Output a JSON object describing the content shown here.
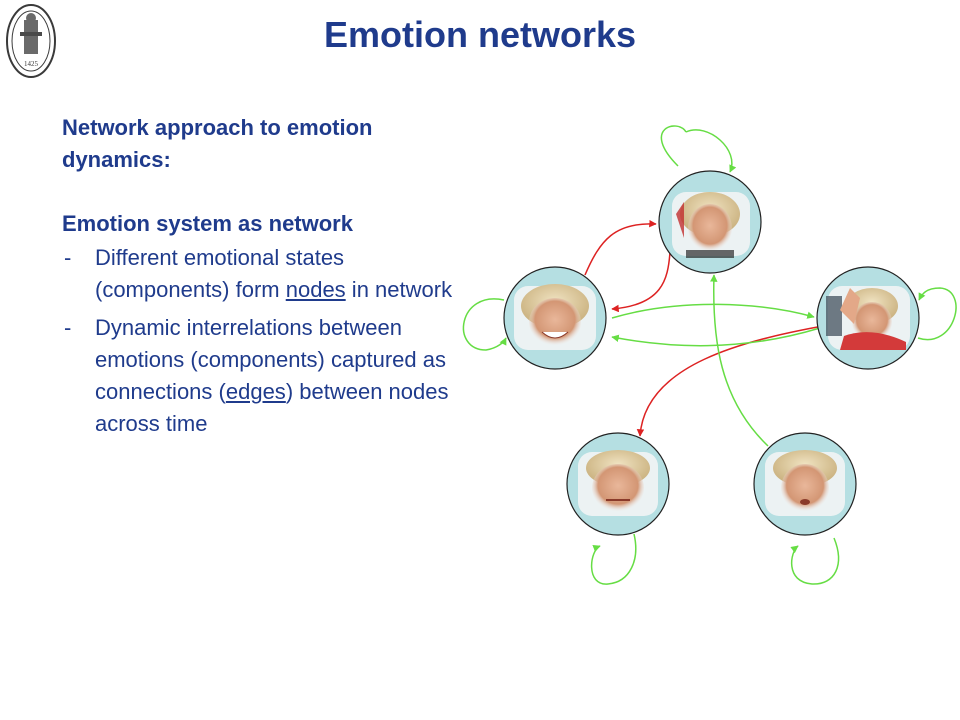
{
  "slide": {
    "title": "Emotion networks",
    "section_heading": "Network approach to emotion dynamics:",
    "subheading": "Emotion system as network",
    "bullet_marker": "-",
    "bullet1": {
      "before": "Different emotional states (components) form ",
      "term": "nodes",
      "after": " in network"
    },
    "bullet2": {
      "before": "Dynamic interrelations between emotions (components) captured as connections (",
      "term": "edges",
      "after": ") between nodes across time"
    },
    "logo_year": "1425"
  },
  "network": {
    "node_fill": "#b5dfe2",
    "positive_edge_color": "#66dd44",
    "negative_edge_color": "#dd2222",
    "nodes": [
      {
        "id": "top",
        "depicts": "face-photo-serious-podium"
      },
      {
        "id": "left",
        "depicts": "face-photo-smiling"
      },
      {
        "id": "right",
        "depicts": "face-photo-waving"
      },
      {
        "id": "bottom-left",
        "depicts": "face-photo-grimacing"
      },
      {
        "id": "bottom-right",
        "depicts": "face-photo-talking"
      }
    ],
    "edges": [
      {
        "from": "left",
        "to": "top",
        "sign": "negative"
      },
      {
        "from": "top",
        "to": "left",
        "sign": "negative"
      },
      {
        "from": "left",
        "to": "right",
        "sign": "positive"
      },
      {
        "from": "right",
        "to": "left",
        "sign": "positive"
      },
      {
        "from": "right",
        "to": "bottom-left",
        "sign": "negative"
      },
      {
        "from": "bottom-right",
        "to": "top",
        "sign": "positive"
      },
      {
        "from": "top",
        "to": "top",
        "sign": "positive"
      },
      {
        "from": "left",
        "to": "left",
        "sign": "positive"
      },
      {
        "from": "right",
        "to": "right",
        "sign": "positive"
      },
      {
        "from": "bottom-left",
        "to": "bottom-left",
        "sign": "positive"
      },
      {
        "from": "bottom-right",
        "to": "bottom-right",
        "sign": "positive"
      }
    ]
  }
}
